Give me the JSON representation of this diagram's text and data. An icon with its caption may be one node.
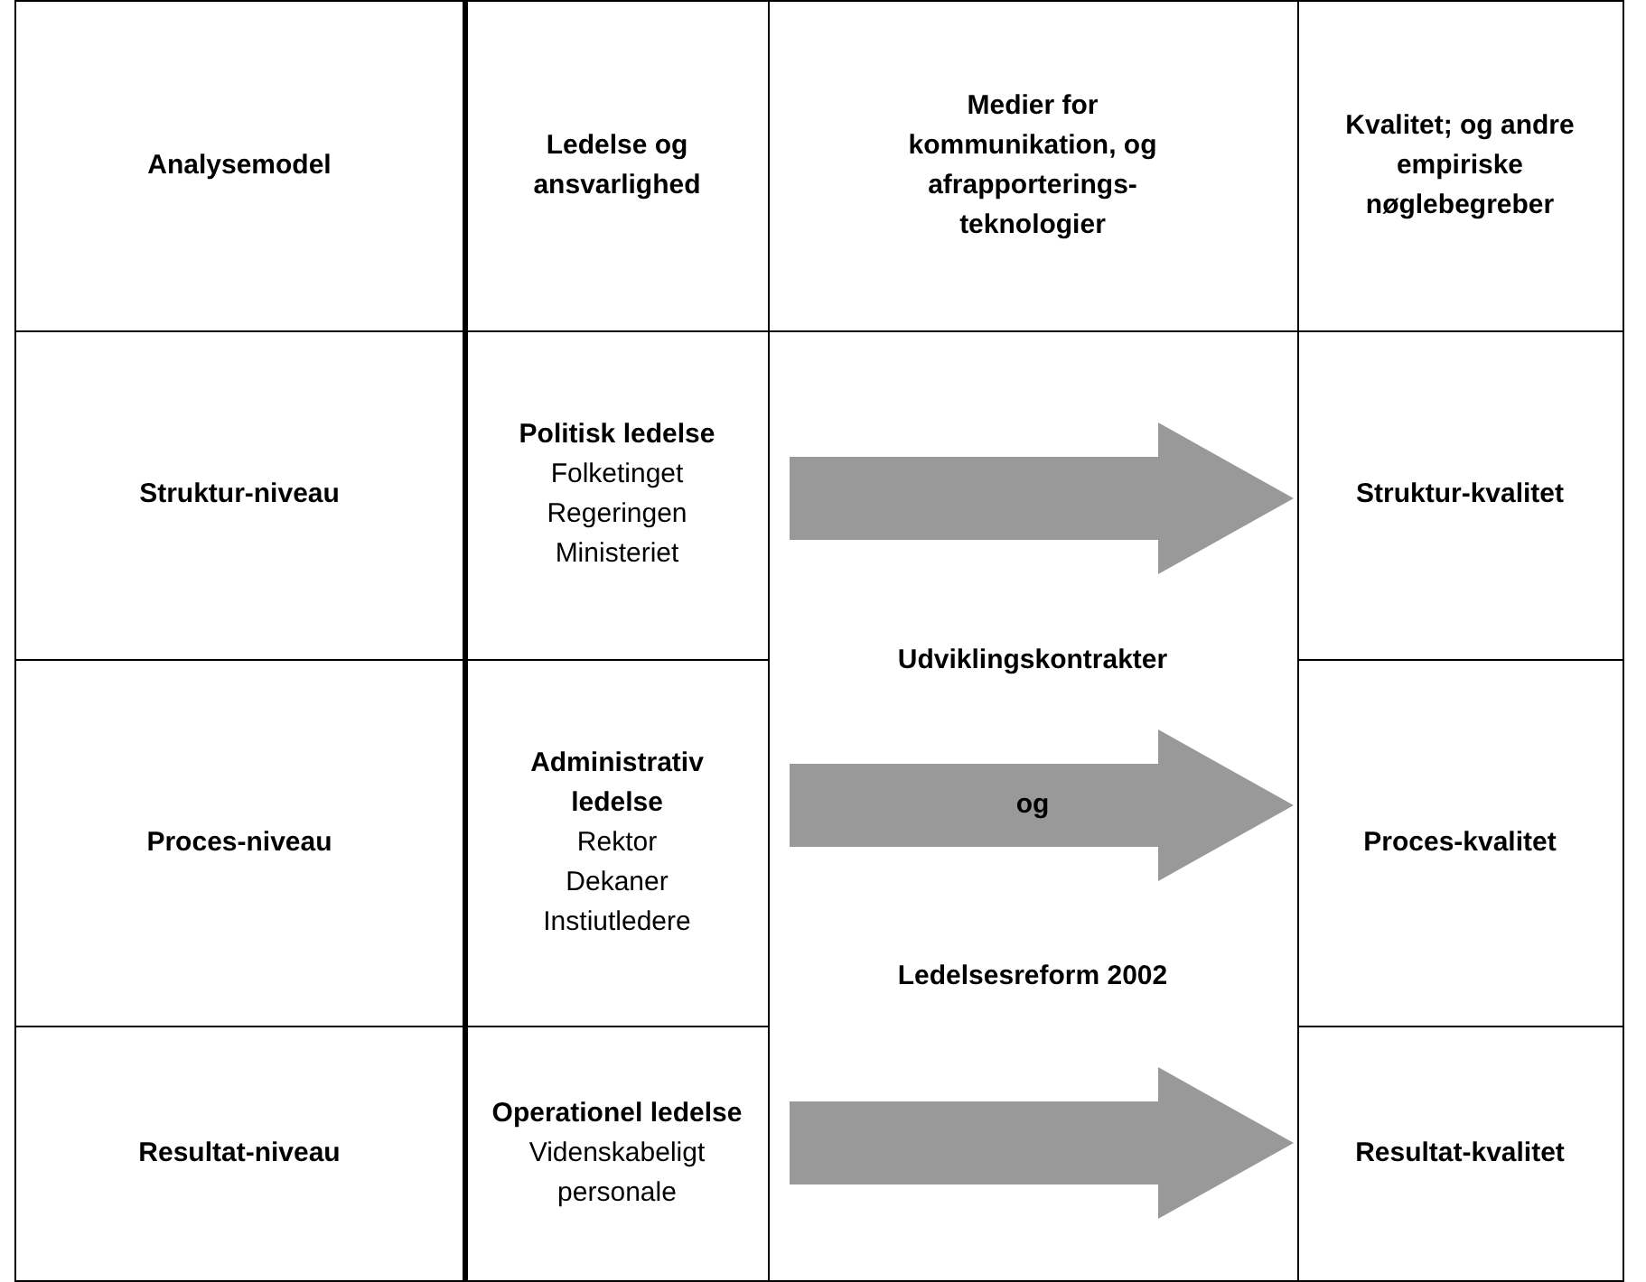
{
  "diagram": {
    "nodes": [
      {
        "text": [
          "Analysemodel"
        ]
      },
      {
        "text": [
          "Ledelse og ansvarlighed"
        ]
      },
      {
        "text": [
          "Medier for kommunikation, og afrapporterings-teknologier"
        ]
      },
      {
        "text": [
          "Kvalitet; og andre empiriske nøglebegreber"
        ]
      },
      {
        "text": [
          "Struktur-niveau"
        ]
      },
      {
        "text": [
          "Politisk ledelse",
          "Folketinget",
          "Regeringen",
          "Ministeriet"
        ]
      },
      {
        "text": [
          "Udviklingskontrakter",
          "og",
          "Ledelsesreform 2002"
        ]
      },
      {
        "text": [
          "Struktur-kvalitet"
        ]
      },
      {
        "text": [
          "Proces-niveau"
        ]
      },
      {
        "text": [
          "Administrativ ledelse",
          "Rektor",
          "Dekaner",
          "Instiutledere"
        ]
      },
      {
        "text": [
          "Proces-kvalitet"
        ]
      },
      {
        "text": [
          "Resultat-niveau"
        ]
      },
      {
        "text": [
          "Operationel ledelse",
          "Videnskabeligt personale"
        ]
      },
      {
        "text": [
          "Resultat-kvalitet"
        ]
      }
    ],
    "edges": [
      {
        "from": 5,
        "to": 7,
        "arrow": "to",
        "style": "thick"
      },
      {
        "from": 9,
        "to": 10,
        "arrow": "to",
        "style": "thick"
      },
      {
        "from": 12,
        "to": 13,
        "arrow": "to",
        "style": "thick"
      }
    ]
  }
}
